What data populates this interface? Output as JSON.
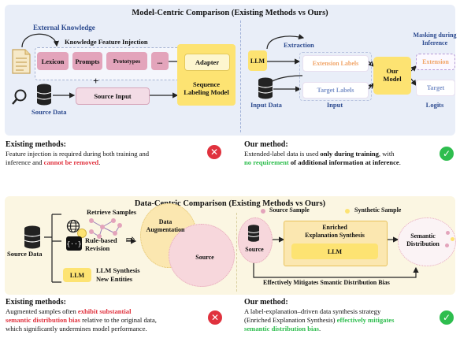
{
  "top": {
    "title": "Model-Centric Comparison (Existing Methods vs Ours)",
    "external_knowledge": "External Knowledge",
    "kfi_label": "Knowledge Feature Injection",
    "chips": [
      "Lexicon",
      "Prompts",
      "Prototypes",
      "..."
    ],
    "plus": "+",
    "source_data": "Source Data",
    "source_input": "Source Input",
    "adapter": "Adapter",
    "seq_model": "Sequence\nLabeling Model",
    "llm": "LLM",
    "extraction": "Extraction",
    "extension_labels": "Extension Labels",
    "target_labels": "Target Labels",
    "input_data": "Input Data",
    "input": "Input",
    "our_model": "Our\nModel",
    "masking": "Masking during\nInference",
    "extension": "Extension",
    "target": "Target",
    "logits": "Logits"
  },
  "bottom": {
    "title": "Data-Centric Comparison (Existing Methods vs Ours)",
    "source_data": "Source Data",
    "retrieve_samples": "Retrieve Samples",
    "rule_based": "Rule-based\nRevision",
    "llm": "LLM",
    "llm_synthesis": "LLM Synthesis\nNew Entities",
    "data_augmentation": "Data\nAugmentation",
    "source": "Source",
    "legend_source": "Source Sample",
    "legend_synthetic": "Synthetic Sample",
    "right_source": "Source",
    "enriched": "Enriched\nExplanation Synthesis",
    "llm_inner": "LLM",
    "semantic_distribution": "Semantic\nDistribution",
    "mitigates": "Effectively Mitigates Smantic Distribution Bias"
  },
  "desc1": {
    "left_heading": "Existing methods:",
    "left_a": "Feature injection is required during both training and",
    "left_b": "inference and ",
    "left_red": "cannot be removed",
    "left_end": ".",
    "right_heading": "Our method:",
    "right_a": "Extended-label data is used ",
    "right_bold": "only during training",
    "right_b": ", with",
    "right_green": "no requirement",
    "right_c": " of additional information at inference",
    "right_end": "."
  },
  "desc2": {
    "left_heading": "Existing methods:",
    "left_a": "Augmented samples often ",
    "left_red": "exhibit substantial",
    "left_red2": "semantic distribution bias",
    "left_b": " relative to the original data,",
    "left_c": "which significantly undermines model performance.",
    "right_heading": "Our method:",
    "right_a": "A label-explanation–driven data synthesis strategy",
    "right_b": "(Enriched Explanation Synthesis) ",
    "right_green": "effectively mitigates",
    "right_green2": "semantic distribution bias",
    "right_end": "."
  },
  "marks": {
    "cross": "✕",
    "check": "✓"
  },
  "colors": {
    "red": "#e0323e",
    "green": "#2ebd4e",
    "yellow": "#fde372",
    "pink": "#e3a4bb",
    "title_blue": "#2c4a8f"
  }
}
